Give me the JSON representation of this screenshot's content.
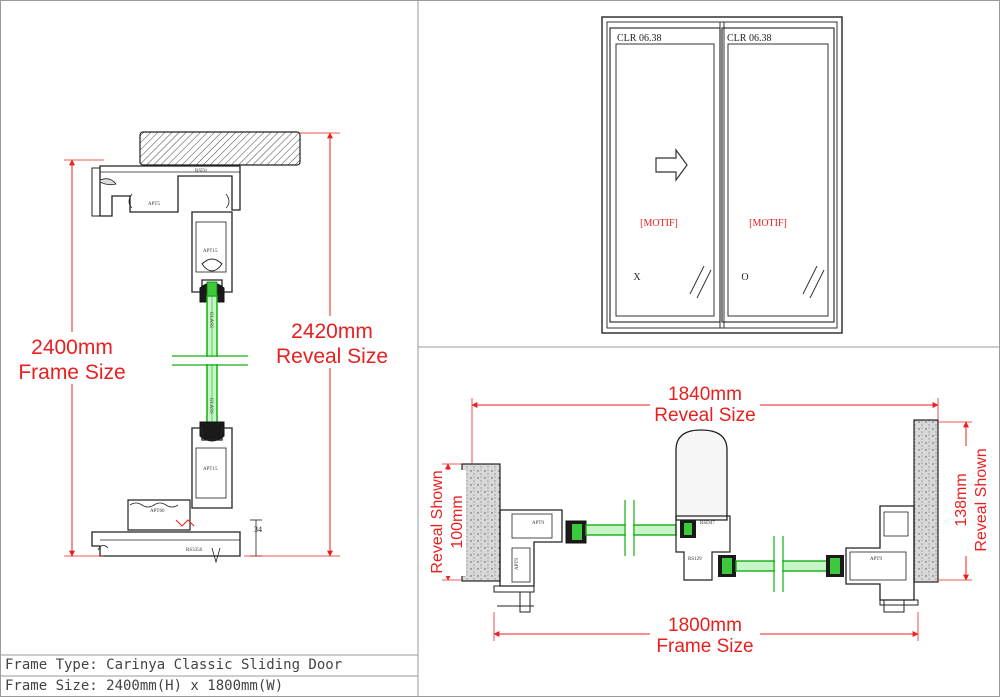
{
  "section": {
    "label_tops": [
      "RSD1",
      "APT5",
      "APT15"
    ],
    "label_bottom": [
      "APT15",
      "APT60",
      "RS3356"
    ],
    "glass_label_top": "GLASS",
    "glass_label_bottom": "GLASS",
    "bottom_dim": "34",
    "frame_dim": "2400mm",
    "frame_dim_label": "Frame Size",
    "reveal_dim": "2420mm",
    "reveal_dim_label": "Reveal Size"
  },
  "elevation": {
    "panel_left_label": "CLR 06.38",
    "panel_right_label": "CLR 06.38",
    "motif_left": "[MOTIF]",
    "motif_right": "[MOTIF]",
    "fixed_mark": "X",
    "opening_mark": "O"
  },
  "plan": {
    "reveal_dim": "1840mm",
    "reveal_dim_label": "Reveal Size",
    "frame_dim": "1800mm",
    "frame_dim_label": "Frame Size",
    "left_reveal": "100mm",
    "left_reveal_label": "Reveal Shown",
    "right_reveal": "138mm",
    "right_reveal_label": "Reveal Shown",
    "labels": [
      "APT9",
      "APT9",
      "RSD47",
      "RS129",
      "APT9"
    ]
  },
  "title_block": {
    "frame_type": "Frame Type: Carinya Classic Sliding Door",
    "frame_size": "Frame Size: 2400mm(H) x 1800mm(W)"
  }
}
